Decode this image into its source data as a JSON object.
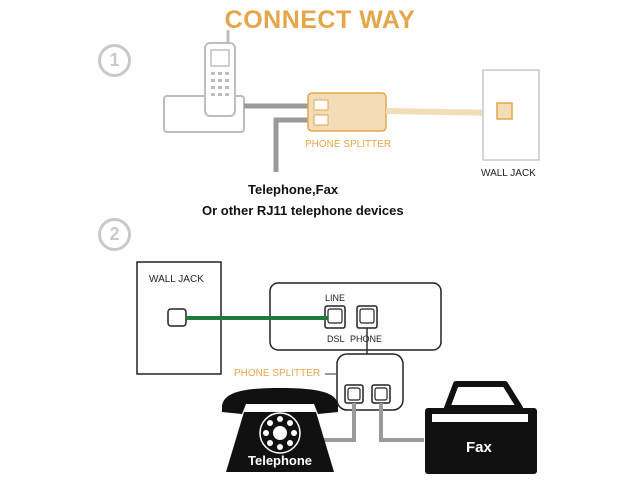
{
  "title": "CONNECT WAY",
  "colors": {
    "title": "#e5a64a",
    "splitter_orange": "#e5a64a",
    "cable_gray": "#9a9a9a",
    "cable_green": "#1f7a3c",
    "outline_gray": "#c9c9c9",
    "dark": "#222222"
  },
  "step1": {
    "number": "1",
    "splitter_label": "PHONE SPLITTER",
    "wall_jack_label": "WALL JACK",
    "devices_line1": "Telephone,Fax",
    "devices_line2": "Or other RJ11 telephone devices"
  },
  "step2": {
    "number": "2",
    "wall_jack_label": "WALL JACK",
    "line_label": "LINE",
    "dsl_label": "DSL",
    "phone_label": "PHONE",
    "splitter_label": "PHONE SPLITTER",
    "telephone_label": "Telephone",
    "fax_label": "Fax"
  }
}
